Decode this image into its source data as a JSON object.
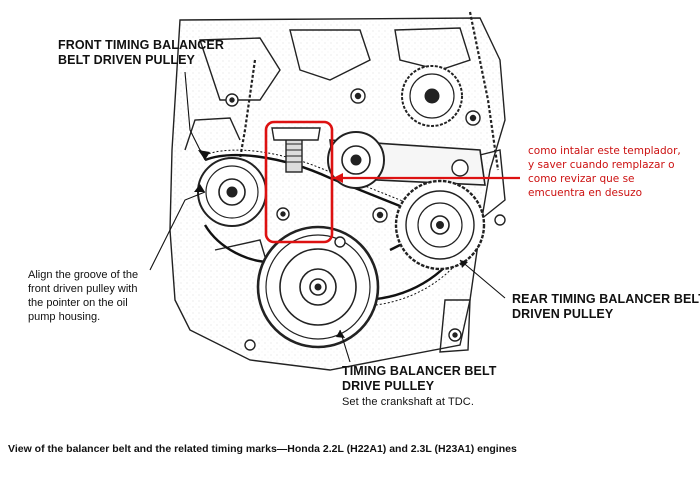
{
  "labels": {
    "front_pulley_l1": "FRONT TIMING BALANCER",
    "front_pulley_l2": "BELT DRIVEN PULLEY",
    "align_l1": "Align the groove of the",
    "align_l2": "front driven pulley with",
    "align_l3": "the pointer on the oil",
    "align_l4": "pump housing.",
    "rear_pulley_l1": "REAR TIMING BALANCER BELT",
    "rear_pulley_l2": "DRIVEN PULLEY",
    "drive_pulley_l1": "TIMING BALANCER BELT",
    "drive_pulley_l2": "DRIVE PULLEY",
    "drive_pulley_l3": "Set the crankshaft at TDC."
  },
  "note": {
    "line1": "como intalar este templador,",
    "line2": "y saver cuando remplazar o",
    "line3": "como revizar que se",
    "line4": "emcuentra en desuzo"
  },
  "caption": "View of the balancer belt and the related timing marks—Honda 2.2L (H22A1) and 2.3L (H23A1) engines",
  "colors": {
    "annotation": "#dd1111",
    "ink": "#111111"
  }
}
